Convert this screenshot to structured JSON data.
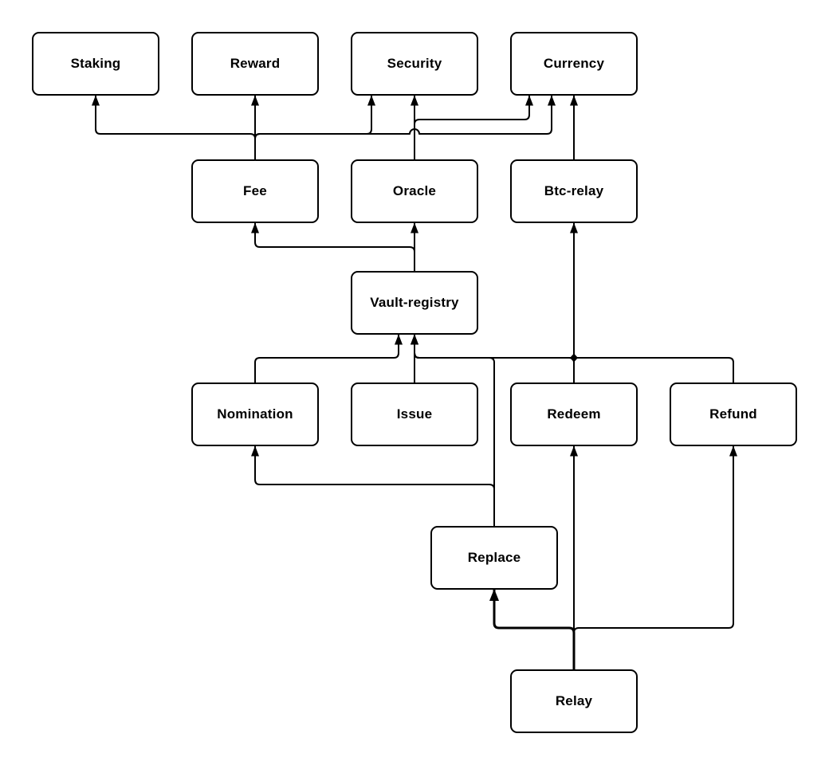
{
  "diagram": {
    "background_color": "#ffffff",
    "node_fill_color": "#ffffff",
    "node_stroke_color": "#000000",
    "edge_color": "#000000",
    "nodes": [
      {
        "id": "staking",
        "label": "Staking"
      },
      {
        "id": "reward",
        "label": "Reward"
      },
      {
        "id": "security",
        "label": "Security"
      },
      {
        "id": "currency",
        "label": "Currency"
      },
      {
        "id": "fee",
        "label": "Fee"
      },
      {
        "id": "oracle",
        "label": "Oracle"
      },
      {
        "id": "btc-relay",
        "label": "Btc-relay"
      },
      {
        "id": "vault-registry",
        "label": "Vault-registry"
      },
      {
        "id": "nomination",
        "label": "Nomination"
      },
      {
        "id": "issue",
        "label": "Issue"
      },
      {
        "id": "redeem",
        "label": "Redeem"
      },
      {
        "id": "refund",
        "label": "Refund"
      },
      {
        "id": "replace",
        "label": "Replace"
      },
      {
        "id": "relay",
        "label": "Relay"
      }
    ],
    "edges": [
      {
        "from": "fee",
        "to": "reward"
      },
      {
        "from": "fee",
        "to": "staking"
      },
      {
        "from": "fee",
        "to": "security"
      },
      {
        "from": "fee",
        "to": "currency"
      },
      {
        "from": "oracle",
        "to": "security"
      },
      {
        "from": "oracle",
        "to": "currency"
      },
      {
        "from": "btc-relay",
        "to": "currency"
      },
      {
        "from": "vault-registry",
        "to": "oracle"
      },
      {
        "from": "vault-registry",
        "to": "fee"
      },
      {
        "from": "nomination",
        "to": "vault-registry"
      },
      {
        "from": "issue",
        "to": "vault-registry"
      },
      {
        "from": "redeem",
        "to": "vault-registry"
      },
      {
        "from": "refund",
        "to": "vault-registry"
      },
      {
        "from": "replace",
        "to": "vault-registry"
      },
      {
        "from": "redeem",
        "to": "btc-relay"
      },
      {
        "from": "replace",
        "to": "nomination"
      },
      {
        "from": "relay",
        "to": "redeem"
      },
      {
        "from": "relay",
        "to": "replace"
      },
      {
        "from": "relay",
        "to": "refund"
      }
    ]
  }
}
